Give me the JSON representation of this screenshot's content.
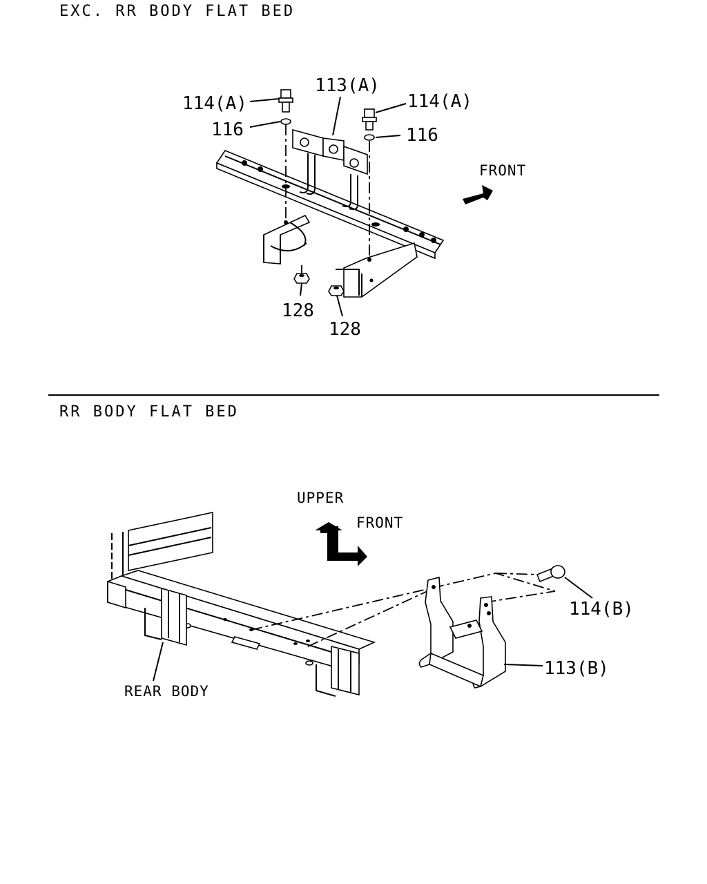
{
  "sections": {
    "top_title": "EXC. RR BODY FLAT BED",
    "bottom_title": "RR BODY FLAT BED"
  },
  "top_diagram": {
    "labels": {
      "bolt_a_left": "114(A)",
      "bracket_a": "113(A)",
      "bolt_a_right": "114(A)",
      "washer_left": "116",
      "washer_right": "116",
      "nut_left": "128",
      "nut_right": "128"
    },
    "direction": "FRONT"
  },
  "bottom_diagram": {
    "labels": {
      "bolt_b": "114(B)",
      "bracket_b": "113(B)",
      "rear_body": "REAR BODY"
    },
    "direction_upper": "UPPER",
    "direction_front": "FRONT"
  }
}
